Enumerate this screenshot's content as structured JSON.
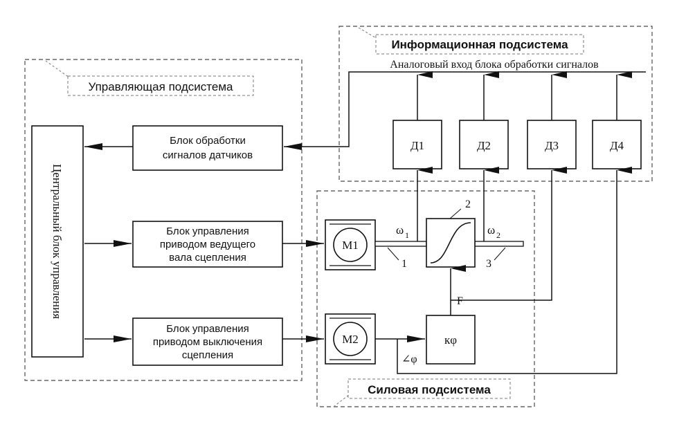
{
  "subsystems": {
    "control": "Управляющая подсистема",
    "info": "Информационная подсистема",
    "power": "Силовая подсистема"
  },
  "analog_input_label": "Аналоговый вход блока обработки сигналов",
  "blocks": {
    "central": "Центральный блок управления",
    "signal_processing": [
      "Блок обработки",
      "сигналов датчиков"
    ],
    "drive_shaft_control": [
      "Блок управления",
      "приводом ведущего",
      "вала сцепления"
    ],
    "release_control": [
      "Блок управления",
      "приводом выключения",
      "сцепления"
    ]
  },
  "sensors": [
    "Д1",
    "Д2",
    "Д3",
    "Д4"
  ],
  "motors": [
    "M1",
    "M2"
  ],
  "actuator": "кφ",
  "labels": {
    "omega1": "ω",
    "omega1_sub": "1",
    "omega2": "ω",
    "omega2_sub": "2",
    "force": "F",
    "angle": "∠φ",
    "num1": "1",
    "num2": "2",
    "num3": "3"
  }
}
